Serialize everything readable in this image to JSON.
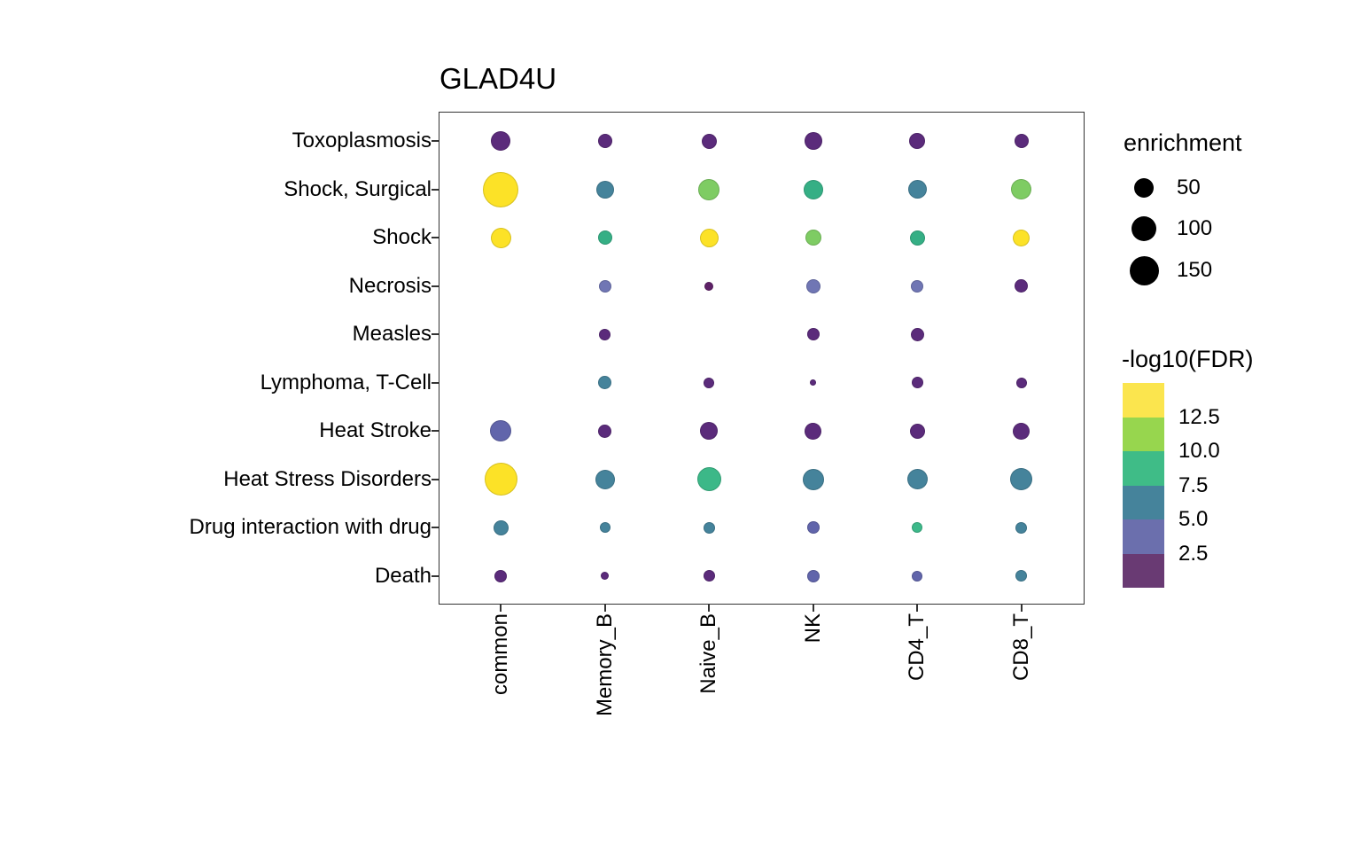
{
  "chart_data": {
    "type": "scatter",
    "title": "GLAD4U",
    "columns": [
      "common",
      "Memory_B",
      "Naive_B",
      "NK",
      "CD4_T",
      "CD8_T"
    ],
    "rows": [
      {
        "label": "Toxoplasmosis",
        "dots": [
          {
            "col": 0,
            "d": 22,
            "color": "#5B2B7B"
          },
          {
            "col": 1,
            "d": 16,
            "color": "#5B2B7B"
          },
          {
            "col": 2,
            "d": 17,
            "color": "#5B2B7B"
          },
          {
            "col": 3,
            "d": 20,
            "color": "#5B2B7B"
          },
          {
            "col": 4,
            "d": 18,
            "color": "#5B2B7B"
          },
          {
            "col": 5,
            "d": 16,
            "color": "#5B2B7B"
          }
        ]
      },
      {
        "label": "Shock, Surgical",
        "dots": [
          {
            "col": 0,
            "d": 40,
            "color": "#FCE227"
          },
          {
            "col": 1,
            "d": 20,
            "color": "#45839B"
          },
          {
            "col": 2,
            "d": 24,
            "color": "#7ECC63"
          },
          {
            "col": 3,
            "d": 22,
            "color": "#35AF85"
          },
          {
            "col": 4,
            "d": 21,
            "color": "#45839B"
          },
          {
            "col": 5,
            "d": 23,
            "color": "#7ECC63"
          }
        ]
      },
      {
        "label": "Shock",
        "dots": [
          {
            "col": 0,
            "d": 23,
            "color": "#FCE227"
          },
          {
            "col": 1,
            "d": 16,
            "color": "#35AF85"
          },
          {
            "col": 2,
            "d": 21,
            "color": "#FCE227"
          },
          {
            "col": 3,
            "d": 18,
            "color": "#7ECC63"
          },
          {
            "col": 4,
            "d": 17,
            "color": "#35AF85"
          },
          {
            "col": 5,
            "d": 19,
            "color": "#FCE227"
          }
        ]
      },
      {
        "label": "Necrosis",
        "dots": [
          {
            "col": 1,
            "d": 14,
            "color": "#7076B4"
          },
          {
            "col": 2,
            "d": 10,
            "color": "#5E2167"
          },
          {
            "col": 3,
            "d": 16,
            "color": "#7076B4"
          },
          {
            "col": 4,
            "d": 14,
            "color": "#7076B4"
          },
          {
            "col": 5,
            "d": 15,
            "color": "#5B2B7B"
          }
        ]
      },
      {
        "label": "Measles",
        "dots": [
          {
            "col": 1,
            "d": 13,
            "color": "#5B2B7B"
          },
          {
            "col": 3,
            "d": 14,
            "color": "#5B2B7B"
          },
          {
            "col": 4,
            "d": 15,
            "color": "#5B2B7B"
          }
        ]
      },
      {
        "label": "Lymphoma, T-Cell",
        "dots": [
          {
            "col": 1,
            "d": 15,
            "color": "#45839B"
          },
          {
            "col": 2,
            "d": 12,
            "color": "#5B2B7B"
          },
          {
            "col": 3,
            "d": 7,
            "color": "#5B2B7B"
          },
          {
            "col": 4,
            "d": 13,
            "color": "#5B2B7B"
          },
          {
            "col": 5,
            "d": 12,
            "color": "#5B2B7B"
          }
        ]
      },
      {
        "label": "Heat Stroke",
        "dots": [
          {
            "col": 0,
            "d": 24,
            "color": "#6165AB"
          },
          {
            "col": 1,
            "d": 15,
            "color": "#5B2B7B"
          },
          {
            "col": 2,
            "d": 20,
            "color": "#5B2B7B"
          },
          {
            "col": 3,
            "d": 19,
            "color": "#5B2B7B"
          },
          {
            "col": 4,
            "d": 17,
            "color": "#5B2B7B"
          },
          {
            "col": 5,
            "d": 19,
            "color": "#5B2B7B"
          }
        ]
      },
      {
        "label": "Heat Stress Disorders",
        "dots": [
          {
            "col": 0,
            "d": 37,
            "color": "#FCE227"
          },
          {
            "col": 1,
            "d": 22,
            "color": "#45839B"
          },
          {
            "col": 2,
            "d": 27,
            "color": "#3CB888"
          },
          {
            "col": 3,
            "d": 24,
            "color": "#45839B"
          },
          {
            "col": 4,
            "d": 23,
            "color": "#45839B"
          },
          {
            "col": 5,
            "d": 25,
            "color": "#45839B"
          }
        ]
      },
      {
        "label": "Drug interaction with drug",
        "dots": [
          {
            "col": 0,
            "d": 17,
            "color": "#45839B"
          },
          {
            "col": 1,
            "d": 12,
            "color": "#45839B"
          },
          {
            "col": 2,
            "d": 13,
            "color": "#45839B"
          },
          {
            "col": 3,
            "d": 14,
            "color": "#6165AB"
          },
          {
            "col": 4,
            "d": 12,
            "color": "#3DB98A"
          },
          {
            "col": 5,
            "d": 13,
            "color": "#45839B"
          }
        ]
      },
      {
        "label": "Death",
        "dots": [
          {
            "col": 0,
            "d": 14,
            "color": "#5B2B7B"
          },
          {
            "col": 1,
            "d": 9,
            "color": "#5B2B7B"
          },
          {
            "col": 2,
            "d": 13,
            "color": "#5B2B7B"
          },
          {
            "col": 3,
            "d": 14,
            "color": "#6165AB"
          },
          {
            "col": 4,
            "d": 12,
            "color": "#6165AB"
          },
          {
            "col": 5,
            "d": 13,
            "color": "#45839B"
          }
        ]
      }
    ],
    "size_legend": {
      "title": "enrichment",
      "entries": [
        {
          "label": "50",
          "d": 22
        },
        {
          "label": "100",
          "d": 28
        },
        {
          "label": "150",
          "d": 33
        }
      ]
    },
    "color_legend": {
      "title": "-log10(FDR)",
      "tick_labels": [
        "12.5",
        "10.0",
        "7.5",
        "5.0",
        "2.5"
      ],
      "colors": [
        "#FBE54E",
        "#97D64E",
        "#3FBC87",
        "#45839B",
        "#6B6FAD",
        "#693A73"
      ]
    }
  }
}
